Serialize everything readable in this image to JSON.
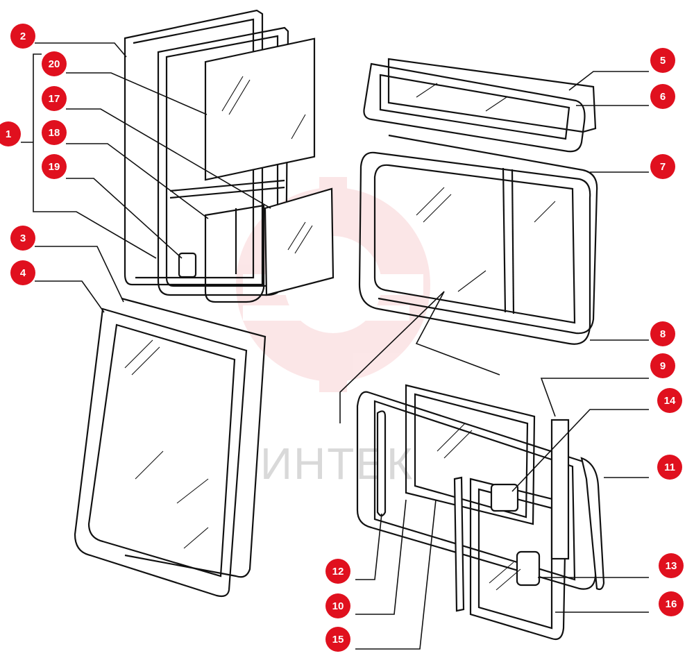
{
  "diagram": {
    "callouts": [
      {
        "label": "1"
      },
      {
        "label": "2"
      },
      {
        "label": "3"
      },
      {
        "label": "4"
      },
      {
        "label": "5"
      },
      {
        "label": "6"
      },
      {
        "label": "7"
      },
      {
        "label": "8"
      },
      {
        "label": "9"
      },
      {
        "label": "10"
      },
      {
        "label": "11"
      },
      {
        "label": "12"
      },
      {
        "label": "13"
      },
      {
        "label": "14"
      },
      {
        "label": "15"
      },
      {
        "label": "16"
      },
      {
        "label": "17"
      },
      {
        "label": "18"
      },
      {
        "label": "19"
      },
      {
        "label": "20"
      }
    ],
    "watermark": {
      "text": "ИНТЕК",
      "color": "#e8434f"
    },
    "colors": {
      "callout": "#e0101e",
      "line": "#111111"
    }
  }
}
